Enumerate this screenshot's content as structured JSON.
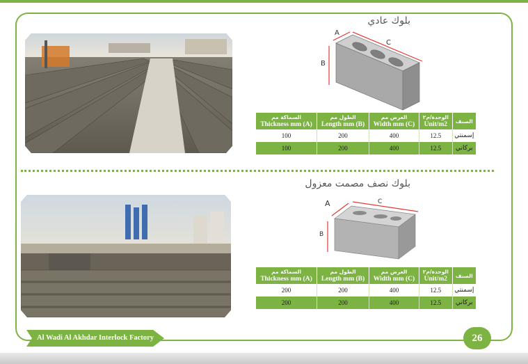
{
  "page": {
    "number": "26",
    "footer": "Al Wadi Al Akhdar Interlock Factory"
  },
  "sections": [
    {
      "title": "بلوك عادي",
      "diagram_labels": {
        "a": "A",
        "b": "B",
        "c": "C"
      },
      "table": {
        "headers": [
          {
            "ar": "السماكة مم",
            "en": "Thickness mm (A)"
          },
          {
            "ar": "الطول مم",
            "en": "Length mm (B)"
          },
          {
            "ar": "العرض مم",
            "en": "Width mm (C)"
          },
          {
            "ar": "الوحدة/م٢",
            "en": "Unit/m2"
          },
          {
            "ar": "الصنف",
            "en": ""
          }
        ],
        "rows": [
          {
            "thickness": "100",
            "length": "200",
            "width": "400",
            "unit": "12.5",
            "type": "إسمنتي"
          },
          {
            "thickness": "100",
            "length": "200",
            "width": "400",
            "unit": "12.5",
            "type": "بركاني"
          }
        ]
      }
    },
    {
      "title": "بلوك نصف مصمت معزول",
      "diagram_labels": {
        "a": "A",
        "b": "B",
        "c": "C"
      },
      "table": {
        "headers": [
          {
            "ar": "السماكة مم",
            "en": "Thickness mm (A)"
          },
          {
            "ar": "الطول مم",
            "en": "Length mm (B)"
          },
          {
            "ar": "العرض مم",
            "en": "Width mm (C)"
          },
          {
            "ar": "الوحدة/م٢",
            "en": "Unit/m2"
          },
          {
            "ar": "الصنف",
            "en": ""
          }
        ],
        "rows": [
          {
            "thickness": "200",
            "length": "200",
            "width": "400",
            "unit": "12.5",
            "type": "إسمنتي"
          },
          {
            "thickness": "200",
            "length": "200",
            "width": "400",
            "unit": "12.5",
            "type": "بركاني"
          }
        ]
      }
    }
  ],
  "colors": {
    "accent": "#7cb342",
    "dimension_line": "#e53935"
  }
}
